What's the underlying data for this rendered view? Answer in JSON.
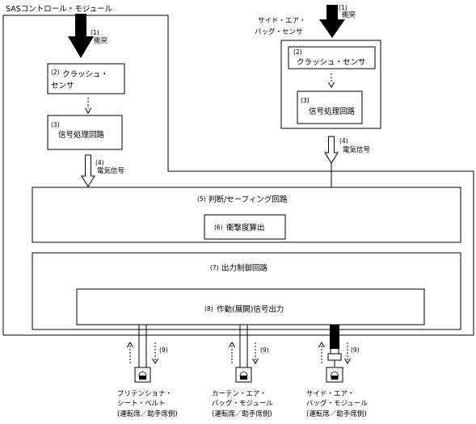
{
  "title": "SASコントロール・モジュール",
  "impact_label": "衝突",
  "side_sensor_label": [
    "サイド・エア・",
    "バッグ・センサ"
  ],
  "numbers": {
    "impact": "(1)",
    "crash_sensor": "(2)",
    "signal_processing": "(3)",
    "electric_signal": "(4)",
    "judgment": "(5)",
    "impact_calc": "(6)",
    "output_control": "(7)",
    "actuation": "(8)",
    "line": "(9)"
  },
  "crash_sensor_left": [
    "クラッシュ・",
    "センサ"
  ],
  "crash_sensor_right": "クラッシュ・センサ",
  "signal_processing_label": "信号処理回路",
  "electric_signal_label": "電気信号",
  "judgment_label": "判断/セーフィング回路",
  "impact_calc_label": "衝撃度算出",
  "output_control_label": "出力制御回路",
  "actuation_label": "作動(展開)信号出力",
  "devices": [
    {
      "lines": [
        "プリテンショナ・",
        "シート・ベルト",
        "(運転席／助手席側)"
      ]
    },
    {
      "lines": [
        "カーテン・エア・",
        "バッグ・モジュール",
        "(運転席／助手席側)"
      ]
    },
    {
      "lines": [
        "サイド・エア・",
        "バッグ・モジュール",
        "(運転席／助手席側)"
      ]
    }
  ]
}
